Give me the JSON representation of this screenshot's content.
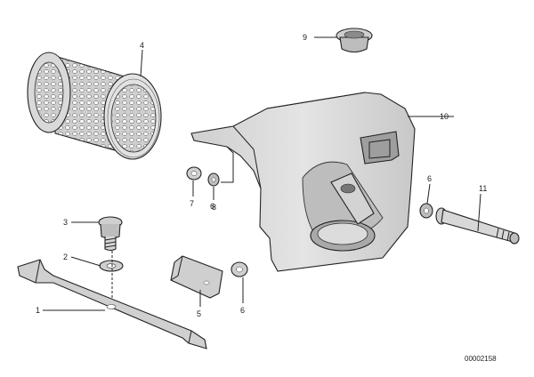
{
  "callouts": {
    "c1": "1",
    "c2": "2",
    "c3": "3",
    "c4": "4",
    "c5": "5",
    "c6a": "6",
    "c6b": "6",
    "c6c": "6",
    "c7": "7",
    "c8": "8",
    "c9": "9",
    "c10": "10",
    "c11": "11"
  },
  "reference_number": "00002158"
}
